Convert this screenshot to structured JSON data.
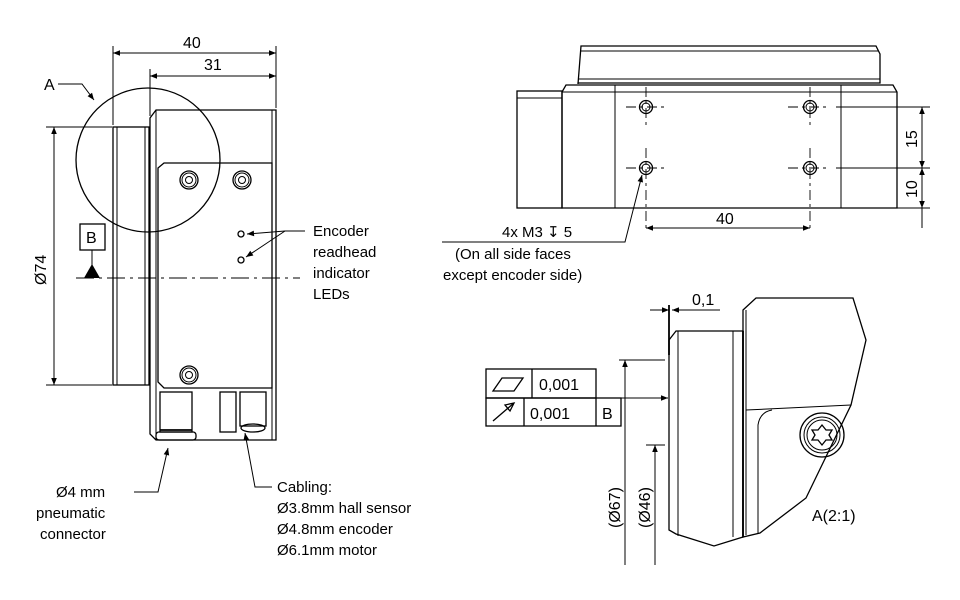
{
  "left_view": {
    "dim_overall_width": "40",
    "dim_body_width": "31",
    "dim_diameter": "Ø74",
    "detail_marker": "A",
    "datum_label": "B",
    "encoder_led_callout": [
      "Encoder",
      "readhead",
      "indicator",
      "LEDs"
    ],
    "pneumatic_callout": [
      "Ø4 mm",
      "pneumatic",
      "connector"
    ],
    "cabling_callout": [
      "Cabling:",
      "Ø3.8mm hall sensor",
      "Ø4.8mm encoder",
      "Ø6.1mm motor"
    ]
  },
  "top_view": {
    "dim_vertical_upper": "15",
    "dim_vertical_lower": "10",
    "dim_hole_spacing": "40",
    "thread_callout": [
      "4x M3 ↧ 5",
      "(On all side faces",
      "except encoder side)"
    ]
  },
  "detail_view": {
    "dim_offset": "0,1",
    "tolerance_frame": [
      {
        "symbol": "flatness-icon",
        "value": "0,001",
        "datum": ""
      },
      {
        "symbol": "runout-icon",
        "value": "0,001",
        "datum": "B"
      }
    ],
    "dim_diameter_outer": "(Ø67)",
    "dim_diameter_inner": "(Ø46)",
    "detail_label": "A(2:1)"
  }
}
